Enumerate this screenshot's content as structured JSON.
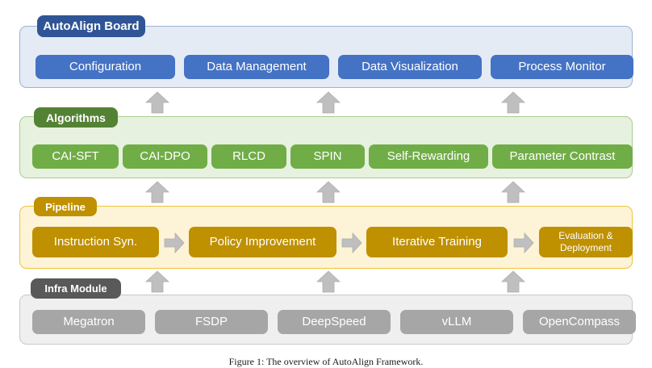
{
  "figure": {
    "caption": "Figure 1: The overview of AutoAlign Framework."
  },
  "colors": {
    "board_accent": "#2F5597",
    "board_node": "#4472C4",
    "board_panel": "#E4EBF5",
    "algorithms_accent": "#548235",
    "algorithms_node": "#70AD47",
    "algorithms_panel": "#E7F1DF",
    "pipeline_accent": "#BF9000",
    "pipeline_node": "#BF9000",
    "pipeline_panel": "#FDF3D6",
    "infra_accent": "#595959",
    "infra_node": "#A6A6A6",
    "infra_panel": "#EFEFEF",
    "arrow": "#BFBFBF"
  },
  "layers": {
    "board": {
      "title": "AutoAlign Board",
      "nodes": [
        {
          "label": "Configuration"
        },
        {
          "label": "Data Management"
        },
        {
          "label": "Data Visualization"
        },
        {
          "label": "Process Monitor"
        }
      ]
    },
    "algorithms": {
      "title": "Algorithms",
      "nodes": [
        {
          "label": "CAI-SFT"
        },
        {
          "label": "CAI-DPO"
        },
        {
          "label": "RLCD"
        },
        {
          "label": "SPIN"
        },
        {
          "label": "Self-Rewarding"
        },
        {
          "label": "Parameter Contrast"
        }
      ]
    },
    "pipeline": {
      "title": "Pipeline",
      "nodes": [
        {
          "label": "Instruction Syn."
        },
        {
          "label": "Policy Improvement"
        },
        {
          "label": "Iterative Training"
        },
        {
          "label": "Evaluation & Deployment"
        }
      ]
    },
    "infra": {
      "title": "Infra Module",
      "nodes": [
        {
          "label": "Megatron"
        },
        {
          "label": "FSDP"
        },
        {
          "label": "DeepSpeed"
        },
        {
          "label": "vLLM"
        },
        {
          "label": "OpenCompass"
        }
      ]
    }
  },
  "connectors": {
    "up_arrow_icon": "arrow-up-icon",
    "right_arrow_icon": "arrow-right-icon"
  }
}
